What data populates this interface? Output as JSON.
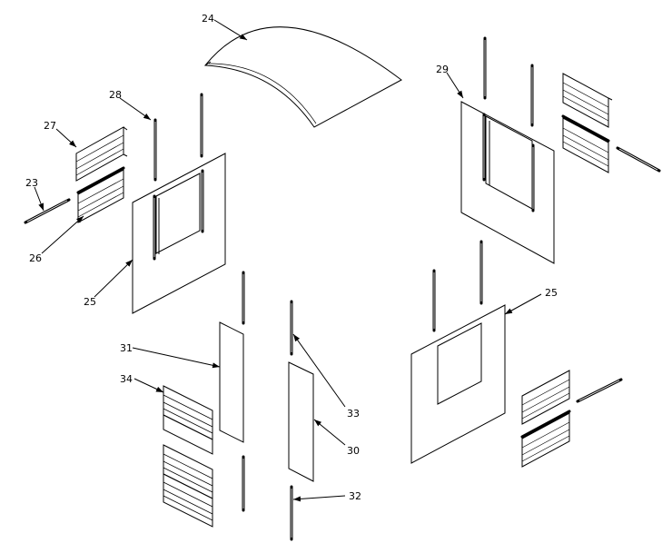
{
  "labels": {
    "l23": "23",
    "l24": "24",
    "l25a": "25",
    "l25b": "25",
    "l26": "26",
    "l27": "27",
    "l28": "28",
    "l29": "29",
    "l30": "30",
    "l31": "31",
    "l32": "32",
    "l33": "33",
    "l34": "34"
  }
}
